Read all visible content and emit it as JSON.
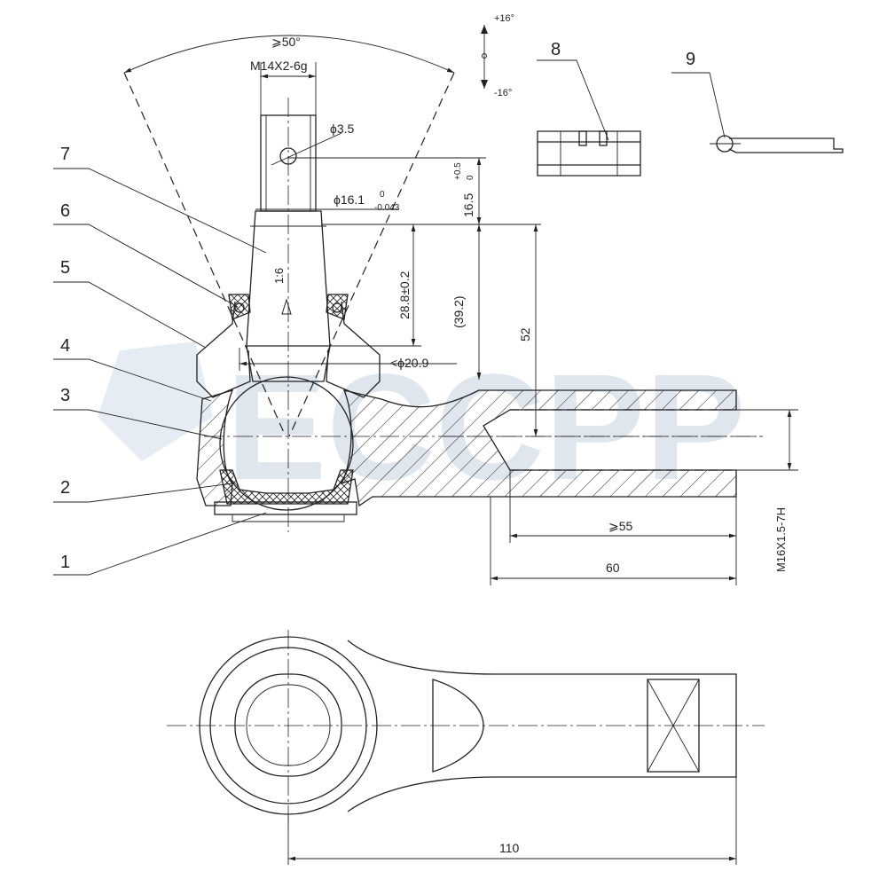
{
  "watermark": {
    "text": "ECCPP",
    "color": "#dfe6ee"
  },
  "colors": {
    "line": "#222222",
    "background": "#ffffff"
  },
  "callouts": [
    "1",
    "2",
    "3",
    "4",
    "5",
    "6",
    "7",
    "8",
    "9"
  ],
  "dimensions": {
    "angle": "⩾50°",
    "thread_stud": "M14X2-6g",
    "hole_dia": "ϕ3.5",
    "shank_dia": "ϕ16.1",
    "shank_tol_upper": "0",
    "shank_tol_lower": "-0.043",
    "taper": "1:6",
    "height_pin": "16.5",
    "height_pin_tol_upper": "+0.5",
    "height_pin_tol_lower": "0",
    "taper_length": "28.8±0.2",
    "ref_length": "(39.2)",
    "total_height": "52",
    "taper_dia": "<ϕ20.9",
    "thread_depth": "⩾55",
    "body_length": "60",
    "thread_socket": "M16X1.5-7H",
    "overall_length": "110",
    "angle_plus": "+16°",
    "angle_minus": "-16°"
  }
}
